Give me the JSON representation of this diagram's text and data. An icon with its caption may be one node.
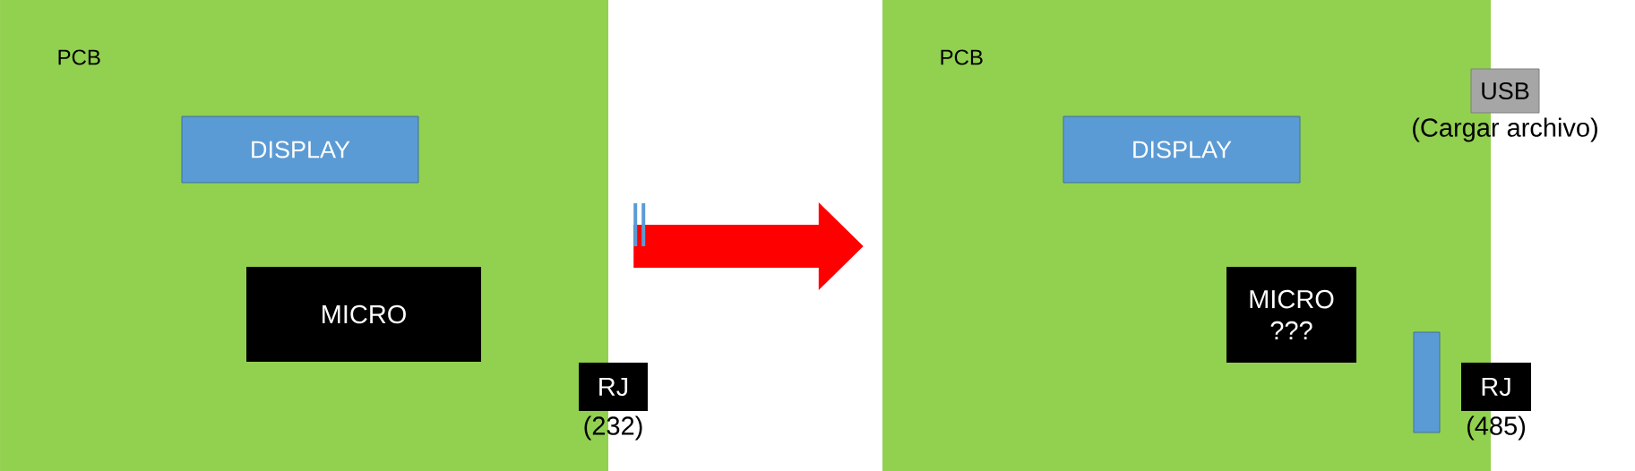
{
  "diagram": {
    "nodes": [
      {
        "text": [
          "PCB"
        ]
      },
      {
        "text": [
          "DISPLAY"
        ],
        "in": 0
      },
      {
        "text": [
          "MICRO"
        ],
        "in": 0
      },
      {
        "text": [
          "RJ"
        ],
        "beside": [
          "(232)"
        ]
      },
      {
        "text": [
          "PCB"
        ]
      },
      {
        "text": [
          "DISPLAY"
        ],
        "in": 4
      },
      {
        "text": [
          "MICRO",
          "???"
        ],
        "in": 4
      },
      {
        "text": [],
        "shape": "box",
        "in": 4
      },
      {
        "text": [
          "USB"
        ],
        "beside": [
          "(Cargar archivo)"
        ]
      },
      {
        "text": [
          "RJ"
        ],
        "beside": [
          "(485)"
        ]
      }
    ],
    "edges": [
      {
        "from": 0,
        "to": 4,
        "arrow": "to"
      }
    ]
  }
}
